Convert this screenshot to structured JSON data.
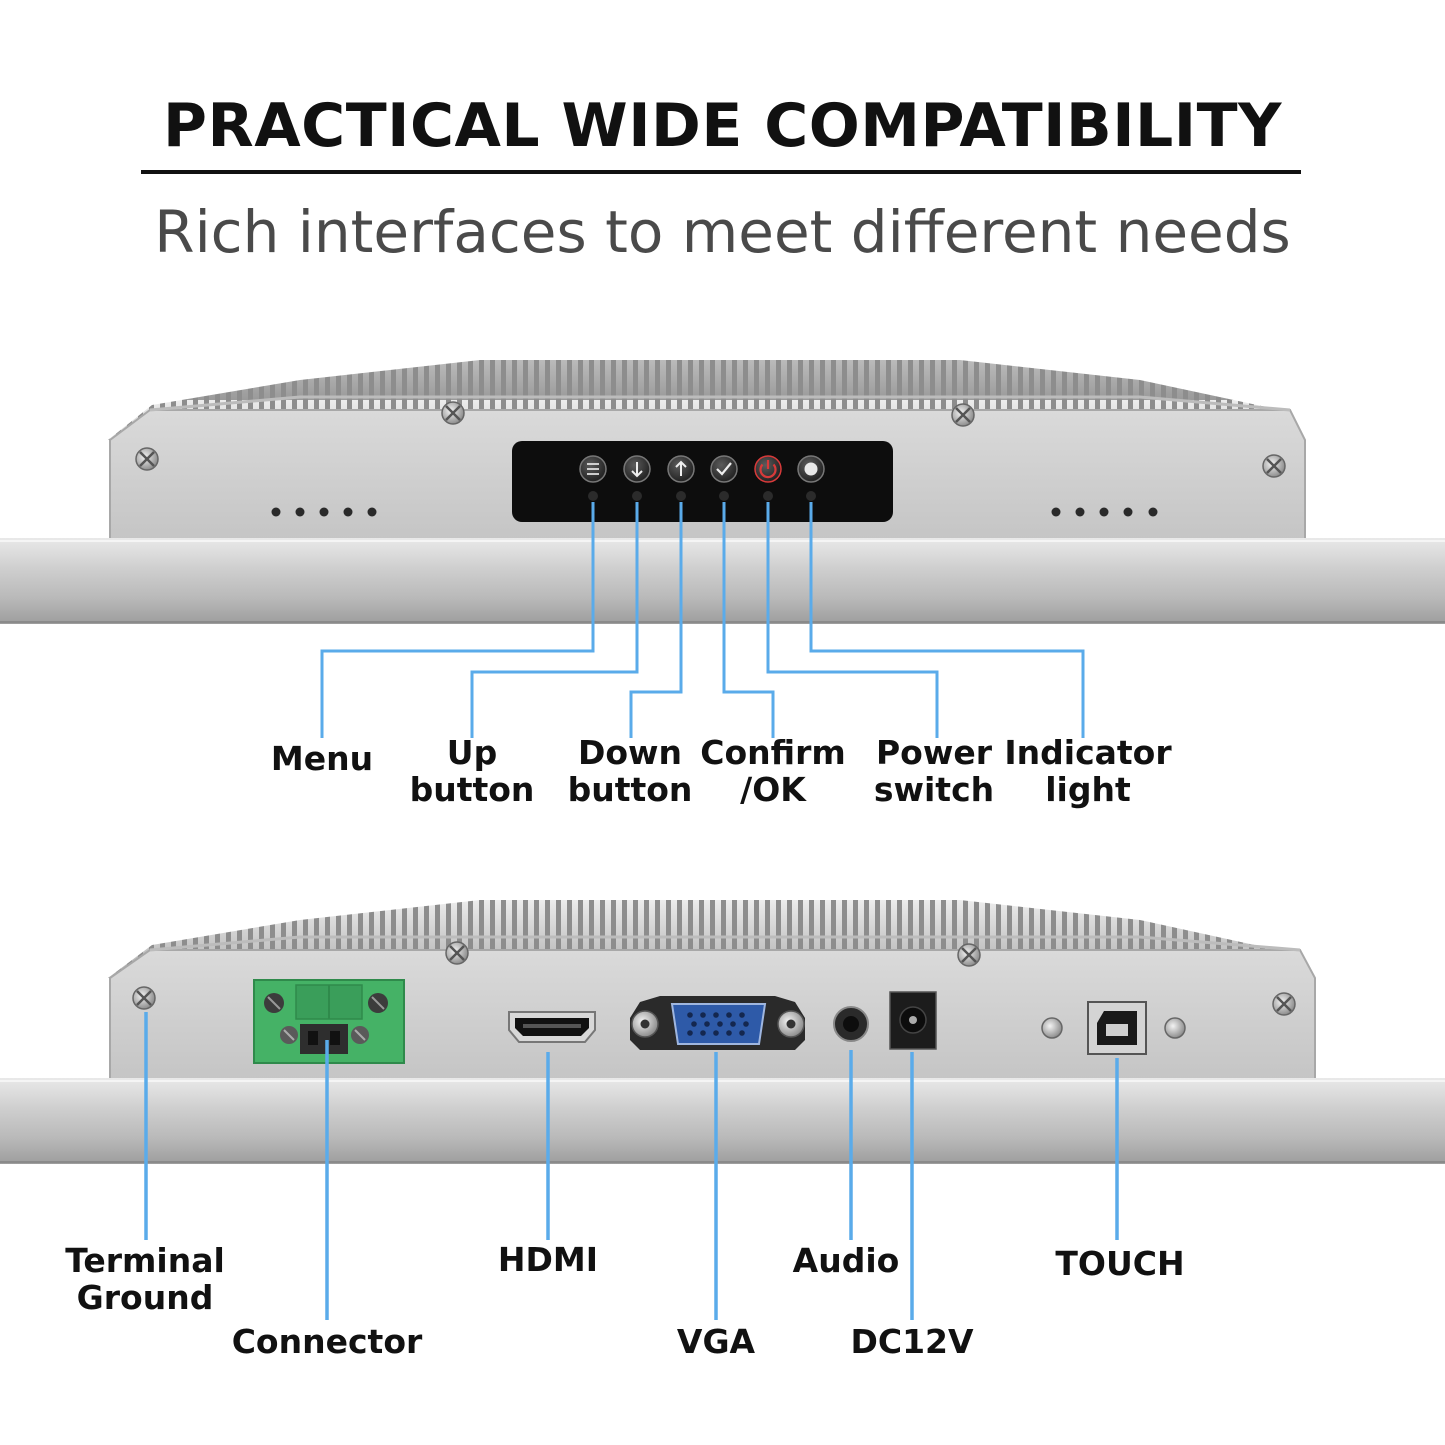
{
  "header": {
    "title": "PRACTICAL WIDE COMPATIBILITY",
    "subtitle": "Rich interfaces to meet different needs"
  },
  "front_panel": {
    "labels": [
      {
        "id": "menu",
        "lines": [
          "Menu"
        ],
        "icon": "menu-icon"
      },
      {
        "id": "up",
        "lines": [
          "Up",
          "button"
        ],
        "icon": "arrow-down-icon"
      },
      {
        "id": "down",
        "lines": [
          "Down",
          "button"
        ],
        "icon": "arrow-up-icon"
      },
      {
        "id": "confirm",
        "lines": [
          "Confirm",
          "/OK"
        ],
        "icon": "check-icon"
      },
      {
        "id": "power",
        "lines": [
          "Power",
          "switch"
        ],
        "icon": "power-icon"
      },
      {
        "id": "indicator",
        "lines": [
          "Indicator",
          "light"
        ],
        "icon": "indicator-dot-icon"
      }
    ]
  },
  "rear_panel": {
    "labels": [
      {
        "id": "terminal-ground",
        "lines": [
          "Terminal",
          "Ground"
        ]
      },
      {
        "id": "connector",
        "lines": [
          "Connector"
        ]
      },
      {
        "id": "hdmi",
        "lines": [
          "HDMI"
        ]
      },
      {
        "id": "vga",
        "lines": [
          "VGA"
        ]
      },
      {
        "id": "audio",
        "lines": [
          "Audio"
        ]
      },
      {
        "id": "dc12v",
        "lines": [
          "DC12V"
        ]
      },
      {
        "id": "touch",
        "lines": [
          "TOUCH"
        ]
      }
    ]
  },
  "colors": {
    "callout_line": "#5aabea",
    "power_icon": "#d83a3a",
    "terminal_block": "#45b266",
    "vga_port": "#2e5aa8"
  }
}
